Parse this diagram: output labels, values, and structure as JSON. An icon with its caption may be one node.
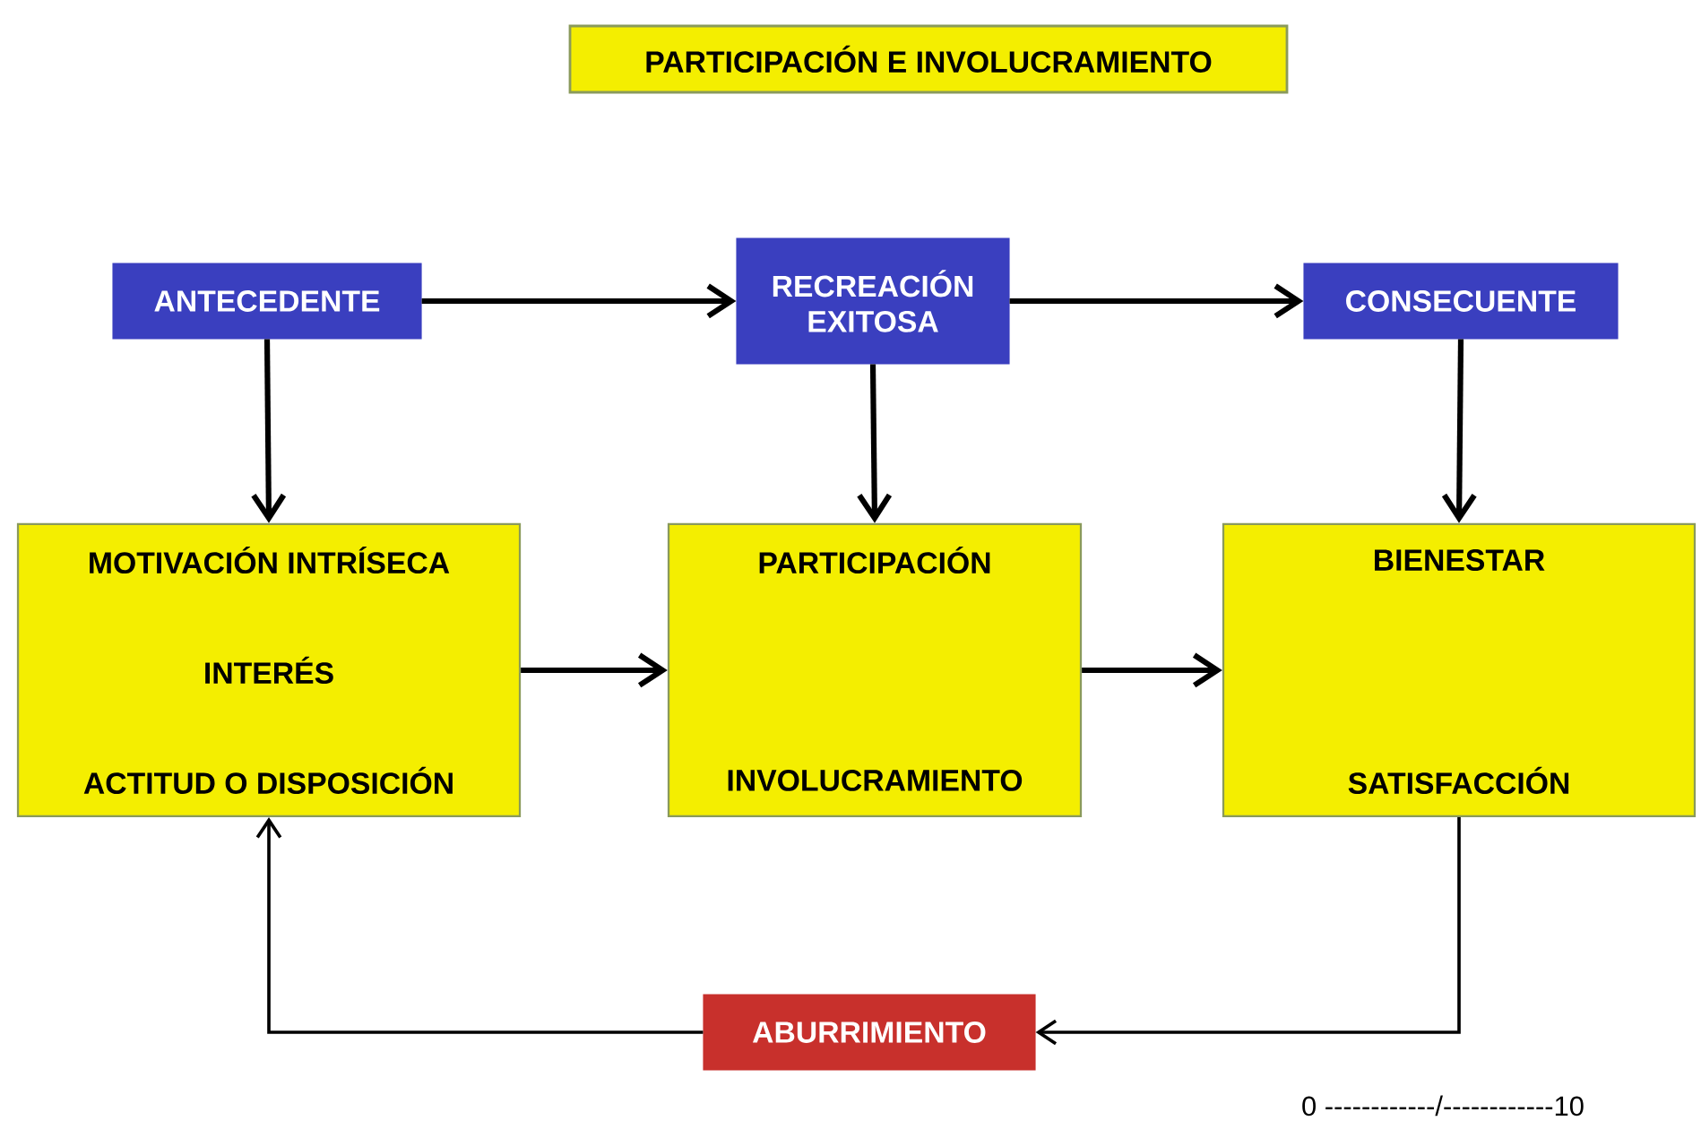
{
  "diagram": {
    "title": "PARTICIPACIÓN E INVOLUCRAMIENTO",
    "nodes": [
      {
        "text": [
          "ANTECEDENTE"
        ]
      },
      {
        "text": [
          "RECREACIÓN EXITOSA"
        ]
      },
      {
        "text": [
          "CONSECUENTE"
        ]
      },
      {
        "text": [
          "MOTIVACIÓN INTRÍSECA",
          "INTERÉS",
          "ACTITUD O DISPOSICIÓN"
        ]
      },
      {
        "text": [
          "PARTICIPACIÓN",
          "INVOLUCRAMIENTO"
        ]
      },
      {
        "text": [
          "BIENESTAR",
          "SATISFACCIÓN"
        ]
      },
      {
        "text": [
          "ABURRIMIENTO"
        ]
      }
    ],
    "edges": [
      {
        "from": 0,
        "to": 1,
        "arrow": "to"
      },
      {
        "from": 1,
        "to": 2,
        "arrow": "to"
      },
      {
        "from": 0,
        "to": 3,
        "arrow": "to"
      },
      {
        "from": 1,
        "to": 4,
        "arrow": "to"
      },
      {
        "from": 2,
        "to": 5,
        "arrow": "to"
      },
      {
        "from": 3,
        "to": 4,
        "arrow": "to"
      },
      {
        "from": 4,
        "to": 5,
        "arrow": "to"
      },
      {
        "from": 5,
        "to": 6,
        "arrow": "to"
      },
      {
        "from": 6,
        "to": 3,
        "arrow": "to"
      }
    ],
    "labels": [
      "0 ------------/------------10"
    ]
  }
}
